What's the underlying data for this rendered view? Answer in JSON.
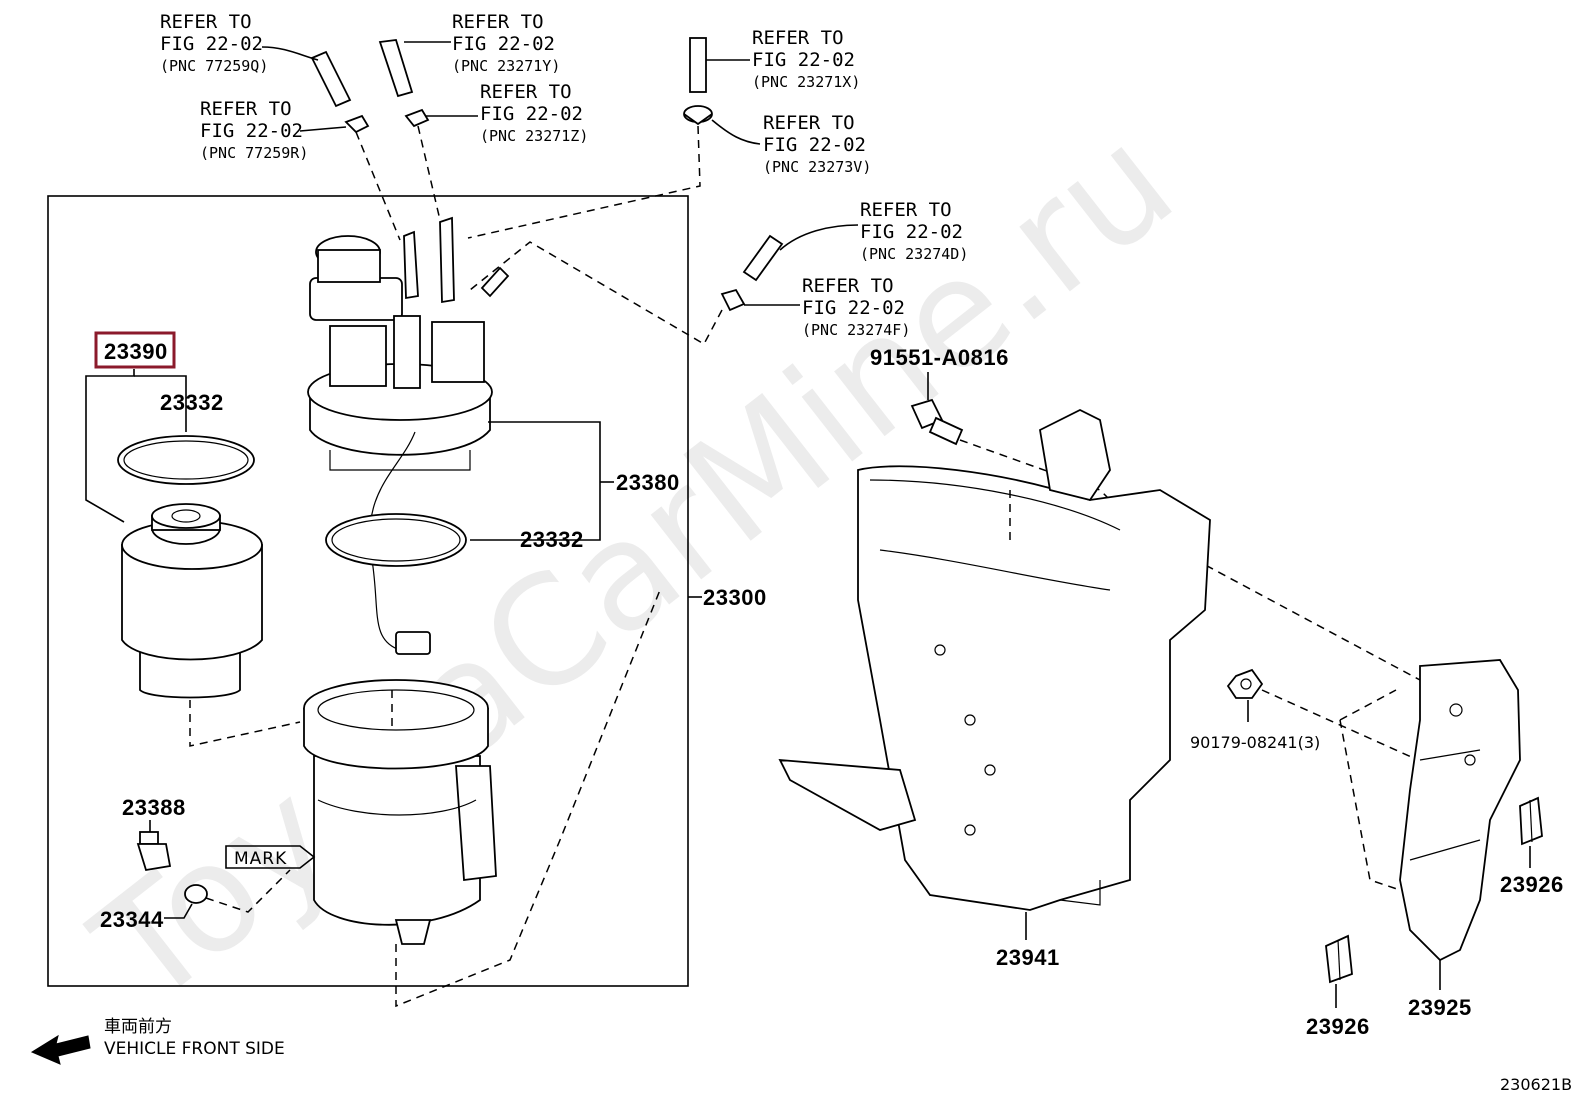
{
  "watermark": "ToyotaCarMine.ru",
  "refs": [
    {
      "line1": "REFER TO",
      "line2": "FIG 22-02",
      "pnc": "(PNC 77259Q)"
    },
    {
      "line1": "REFER TO",
      "line2": "FIG 22-02",
      "pnc": "(PNC 23271Y)"
    },
    {
      "line1": "REFER TO",
      "line2": "FIG 22-02",
      "pnc": "(PNC 23271X)"
    },
    {
      "line1": "REFER TO",
      "line2": "FIG 22-02",
      "pnc": "(PNC 77259R)"
    },
    {
      "line1": "REFER TO",
      "line2": "FIG 22-02",
      "pnc": "(PNC 23271Z)"
    },
    {
      "line1": "REFER TO",
      "line2": "FIG 22-02",
      "pnc": "(PNC 23273V)"
    },
    {
      "line1": "REFER TO",
      "line2": "FIG 22-02",
      "pnc": "(PNC 23274D)"
    },
    {
      "line1": "REFER TO",
      "line2": "FIG 22-02",
      "pnc": "(PNC 23274F)"
    }
  ],
  "parts": {
    "highlight": "23390",
    "p23332_upper": "23332",
    "p23380": "23380",
    "p23332_lower": "23332",
    "p23300": "23300",
    "p23388": "23388",
    "p23344": "23344",
    "p91551": "91551-A0816",
    "p90179": "90179-08241(3)",
    "p23941": "23941",
    "p23926_right": "23926",
    "p23926_bottom": "23926",
    "p23925": "23925"
  },
  "mark_label": "MARK",
  "direction": {
    "jp": "車両前方",
    "en": "VEHICLE FRONT SIDE"
  },
  "figure_code": "230621B",
  "colors": {
    "highlight_border": "#8b1a2b",
    "line": "#000000",
    "watermark": "#ececec"
  }
}
